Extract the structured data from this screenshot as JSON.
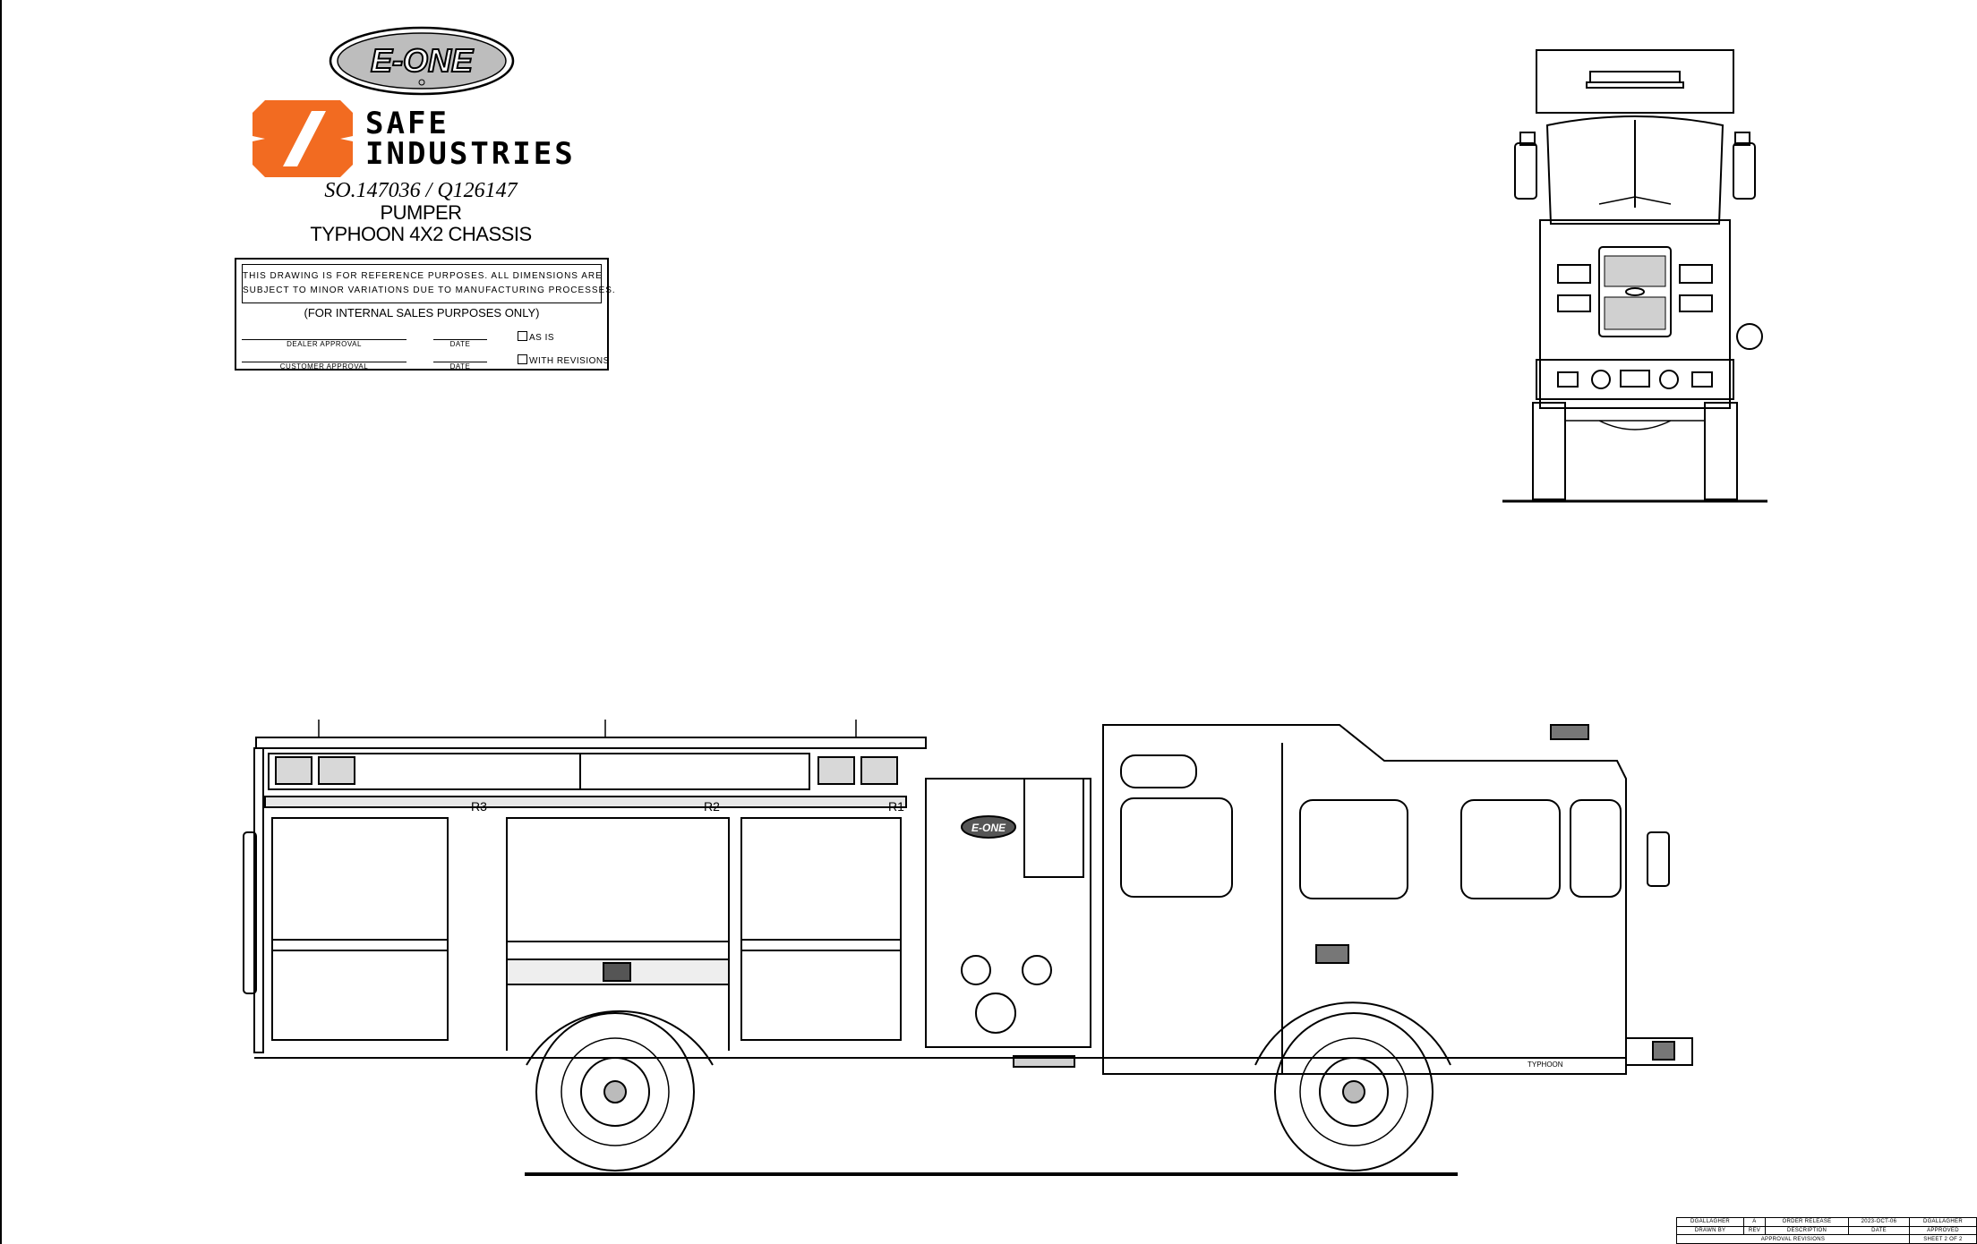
{
  "header": {
    "brand_logo_text": "E-ONE",
    "company_line1": "SAFE",
    "company_line2": "INDUSTRIES",
    "order_number": "SO.147036 / Q126147",
    "apparatus_type": "PUMPER",
    "chassis": "TYPHOON 4X2 CHASSIS"
  },
  "approval_box": {
    "disclaimer_line1": "THIS DRAWING IS FOR REFERENCE PURPOSES. ALL DIMENSIONS ARE",
    "disclaimer_line2": "SUBJECT TO MINOR VARIATIONS DUE TO MANUFACTURING PROCESSES.",
    "internal_note": "(FOR INTERNAL SALES PURPOSES ONLY)",
    "dealer_approval": "DEALER APPROVAL",
    "customer_approval": "CUSTOMER APPROVAL",
    "date_label": "DATE",
    "option_as_is": "AS IS",
    "option_with_revisions": "WITH REVISIONS"
  },
  "side_view": {
    "compartment_labels": [
      "R3",
      "R2",
      "R1"
    ],
    "door_logo_text": "E-ONE",
    "cab_badge_text": "TYPHOON"
  },
  "title_block": {
    "row1": [
      "DGALLAGHER",
      "A",
      "ORDER RELEASE",
      "2023-OCT-06",
      "DGALLAGHER"
    ],
    "row2": [
      "DRAWN BY",
      "REV",
      "DESCRIPTION",
      "DATE",
      "APPROVED"
    ],
    "row3_left": "APPROVAL REVISIONS",
    "row3_right": "SHEET 2 OF 2"
  },
  "colors": {
    "brand_orange": "#f26b21",
    "line": "#000000",
    "background": "#ffffff"
  }
}
